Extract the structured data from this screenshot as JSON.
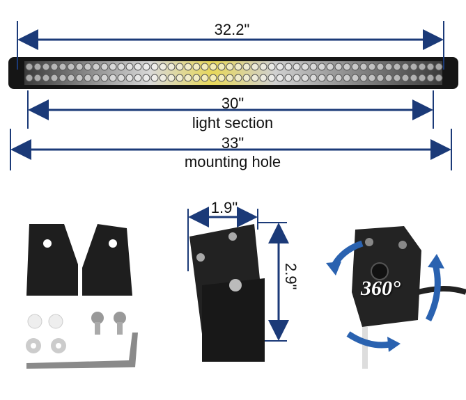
{
  "dimensions": {
    "overall_length": "32.2\"",
    "light_section_length": "30\"",
    "light_section_label": "light section",
    "mounting_hole_length": "33\"",
    "mounting_hole_label": "mounting hole",
    "bracket_width": "1.9\"",
    "bracket_height": "2.9\""
  },
  "rotation_label": "360°",
  "colors": {
    "dimension_line": "#1b3a78",
    "arrow_blue": "#2a62b0",
    "housing": "#1c1c1c"
  }
}
